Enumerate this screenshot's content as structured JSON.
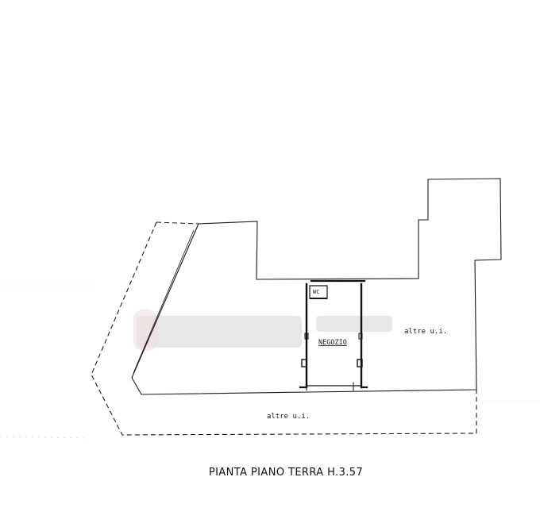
{
  "labels": {
    "room": "NEGOZIO",
    "wc": "WC",
    "other_units_right": "altre u.i.",
    "other_units_bottom": "altre u.i."
  },
  "caption": "PIANTA PIANO TERRA H.3.57",
  "colors": {
    "line": "#1a1a1a",
    "wall": "#111111",
    "redaction": "#e4e4e4"
  }
}
